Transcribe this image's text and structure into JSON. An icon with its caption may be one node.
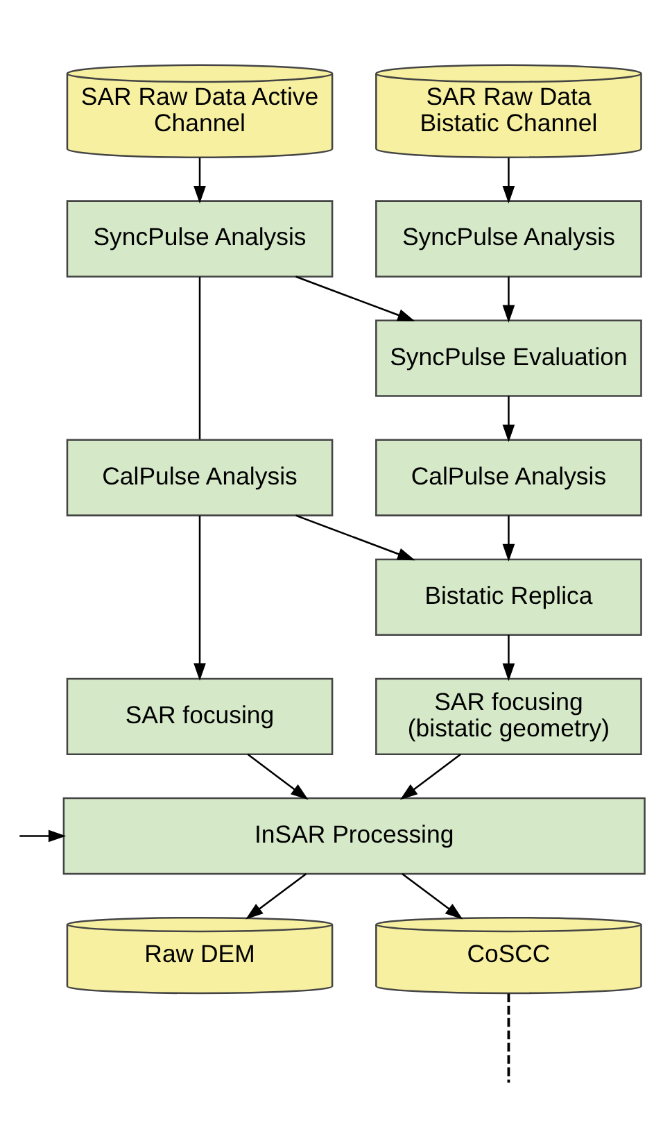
{
  "diagram": {
    "nodes": [
      {
        "text": [
          "SAR Raw Data Active Channel"
        ]
      },
      {
        "text": [
          "SAR Raw Data Bistatic Channel"
        ]
      },
      {
        "text": [
          "SyncPulse Analysis"
        ]
      },
      {
        "text": [
          "SyncPulse Analysis"
        ]
      },
      {
        "text": [
          "SyncPulse Evaluation"
        ]
      },
      {
        "text": [
          "CalPulse Analysis"
        ]
      },
      {
        "text": [
          "CalPulse Analysis"
        ]
      },
      {
        "text": [
          "Bistatic Replica"
        ]
      },
      {
        "text": [
          "SAR focusing"
        ]
      },
      {
        "text": [
          "SAR focusing (bistatic geometry)"
        ]
      },
      {
        "text": [
          "InSAR Processing"
        ]
      },
      {
        "text": [
          "Raw DEM"
        ]
      },
      {
        "text": [
          "CoSCC"
        ]
      }
    ],
    "edges": [
      {
        "from": 0,
        "to": 2,
        "arrow": "to"
      },
      {
        "from": 1,
        "to": 3,
        "arrow": "to"
      },
      {
        "from": 3,
        "to": 4,
        "arrow": "to"
      },
      {
        "from": 2,
        "to": 4,
        "arrow": "to"
      },
      {
        "from": 2,
        "to": 5,
        "arrow": "none"
      },
      {
        "from": 4,
        "to": 6,
        "arrow": "to"
      },
      {
        "from": 6,
        "to": 7,
        "arrow": "to"
      },
      {
        "from": 5,
        "to": 7,
        "arrow": "to"
      },
      {
        "from": 5,
        "to": 8,
        "arrow": "to"
      },
      {
        "from": 7,
        "to": 9,
        "arrow": "to"
      },
      {
        "from": 8,
        "to": 10,
        "arrow": "to"
      },
      {
        "from": 9,
        "to": 10,
        "arrow": "to"
      },
      {
        "from": null,
        "to": 10,
        "arrow": "to"
      },
      {
        "from": 10,
        "to": 11,
        "arrow": "to"
      },
      {
        "from": 10,
        "to": 12,
        "arrow": "to"
      },
      {
        "from": 12,
        "to": null,
        "arrow": "none",
        "style": "dashed"
      }
    ]
  }
}
